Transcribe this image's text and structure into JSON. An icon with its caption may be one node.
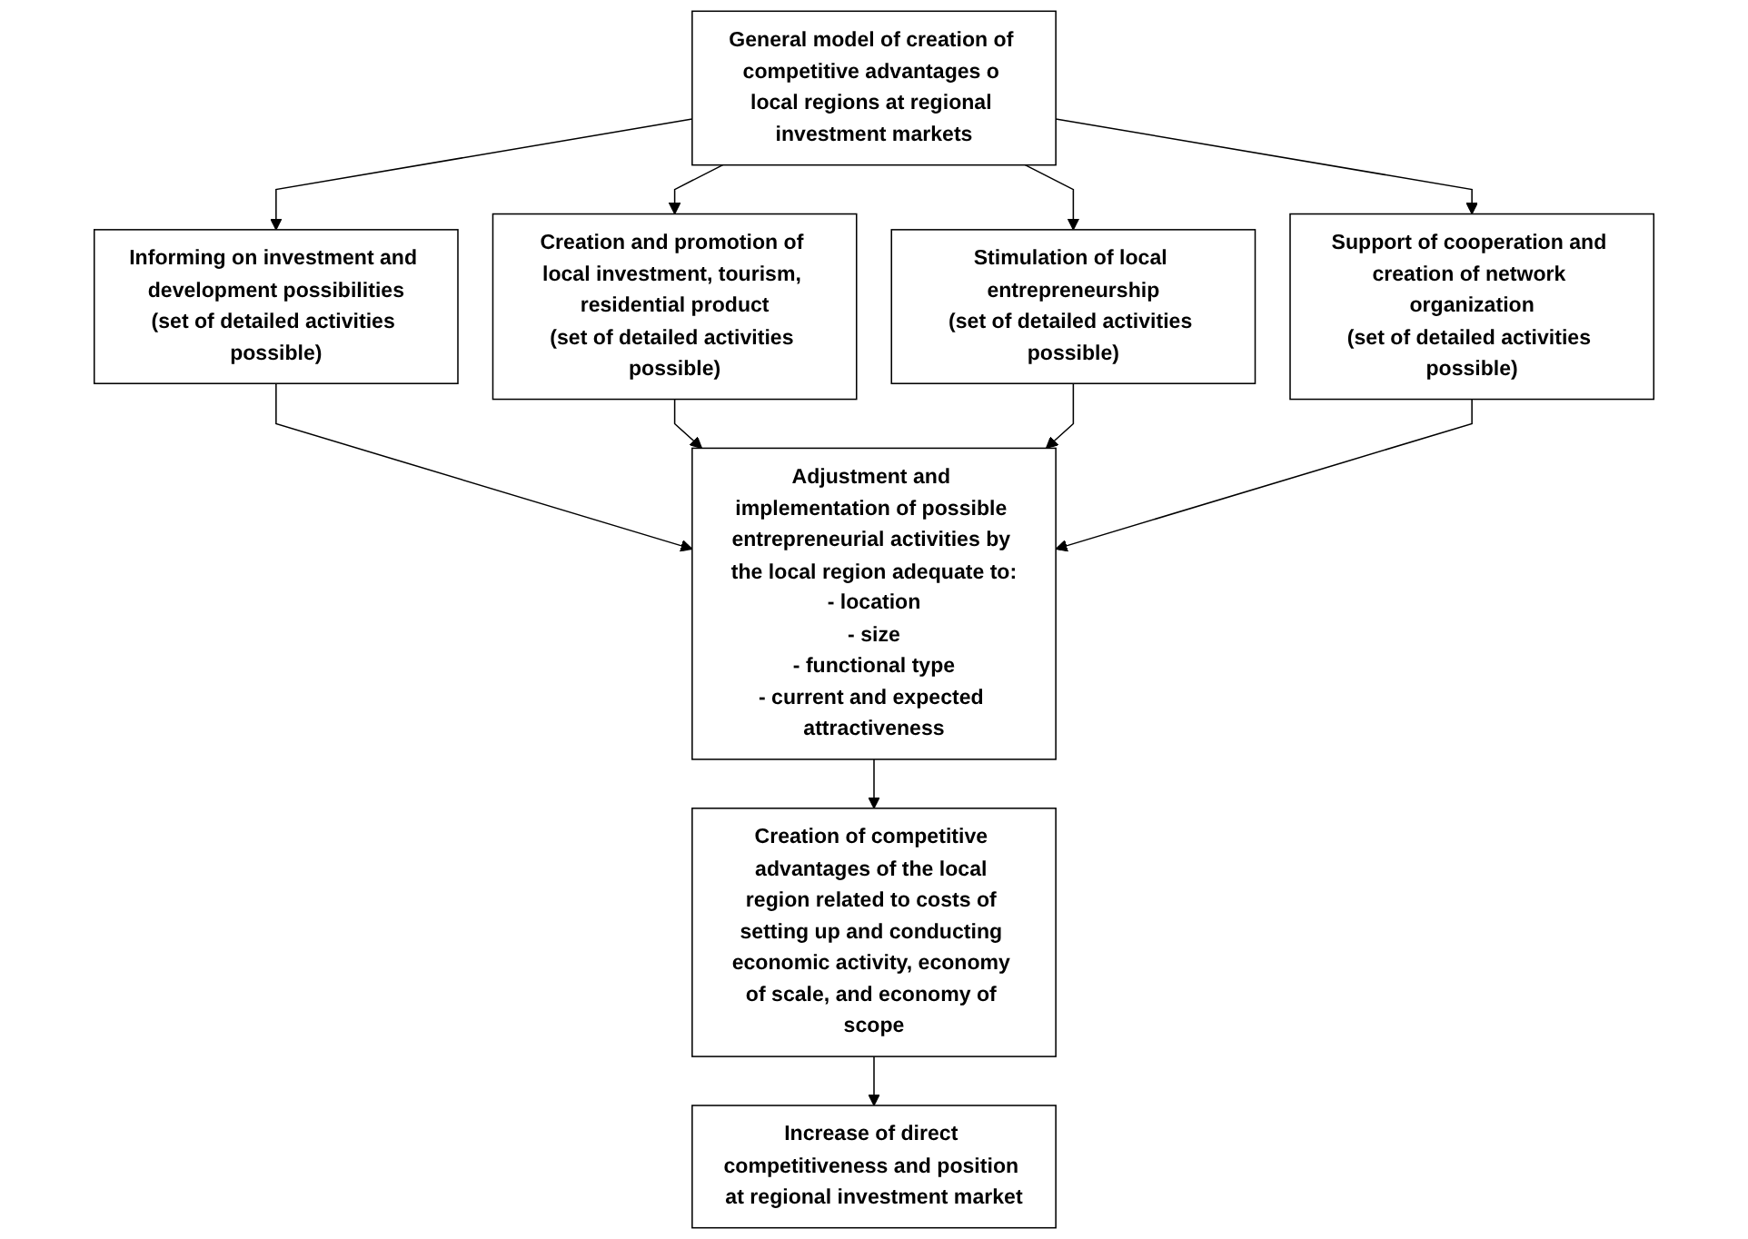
{
  "diagram": {
    "nodes": [
      {
        "text": [
          "General model of creation of competitive advantages o local regions at regional investment markets"
        ]
      },
      {
        "text": [
          "Informing on investment and development possibilities",
          "(set of detailed activities possible)"
        ]
      },
      {
        "text": [
          "Creation and promotion of local investment, tourism, residential product",
          "(set of detailed activities possible)"
        ]
      },
      {
        "text": [
          "Stimulation of local entrepreneurship",
          "(set of detailed activities possible)"
        ]
      },
      {
        "text": [
          "Support of cooperation and creation of network organization",
          "(set of detailed activities possible)"
        ]
      },
      {
        "text": [
          "Adjustment and implementation of possible entrepreneurial activities by the local region adequate to:",
          "- location",
          "- size",
          "- functional type",
          "- current and expected attractiveness"
        ]
      },
      {
        "text": [
          "Creation of competitive advantages of the local region related to costs of setting up and conducting economic activity, economy of scale, and economy of scope"
        ]
      },
      {
        "text": [
          "Increase of direct competitiveness and position at regional investment market"
        ]
      }
    ],
    "edges": [
      {
        "from": 0,
        "to": 1,
        "arrow": "to"
      },
      {
        "from": 0,
        "to": 2,
        "arrow": "to"
      },
      {
        "from": 0,
        "to": 3,
        "arrow": "to"
      },
      {
        "from": 0,
        "to": 4,
        "arrow": "to"
      },
      {
        "from": 1,
        "to": 5,
        "arrow": "to"
      },
      {
        "from": 2,
        "to": 5,
        "arrow": "to"
      },
      {
        "from": 3,
        "to": 5,
        "arrow": "to"
      },
      {
        "from": 4,
        "to": 5,
        "arrow": "to"
      },
      {
        "from": 5,
        "to": 6,
        "arrow": "to"
      },
      {
        "from": 6,
        "to": 7,
        "arrow": "to"
      }
    ]
  }
}
